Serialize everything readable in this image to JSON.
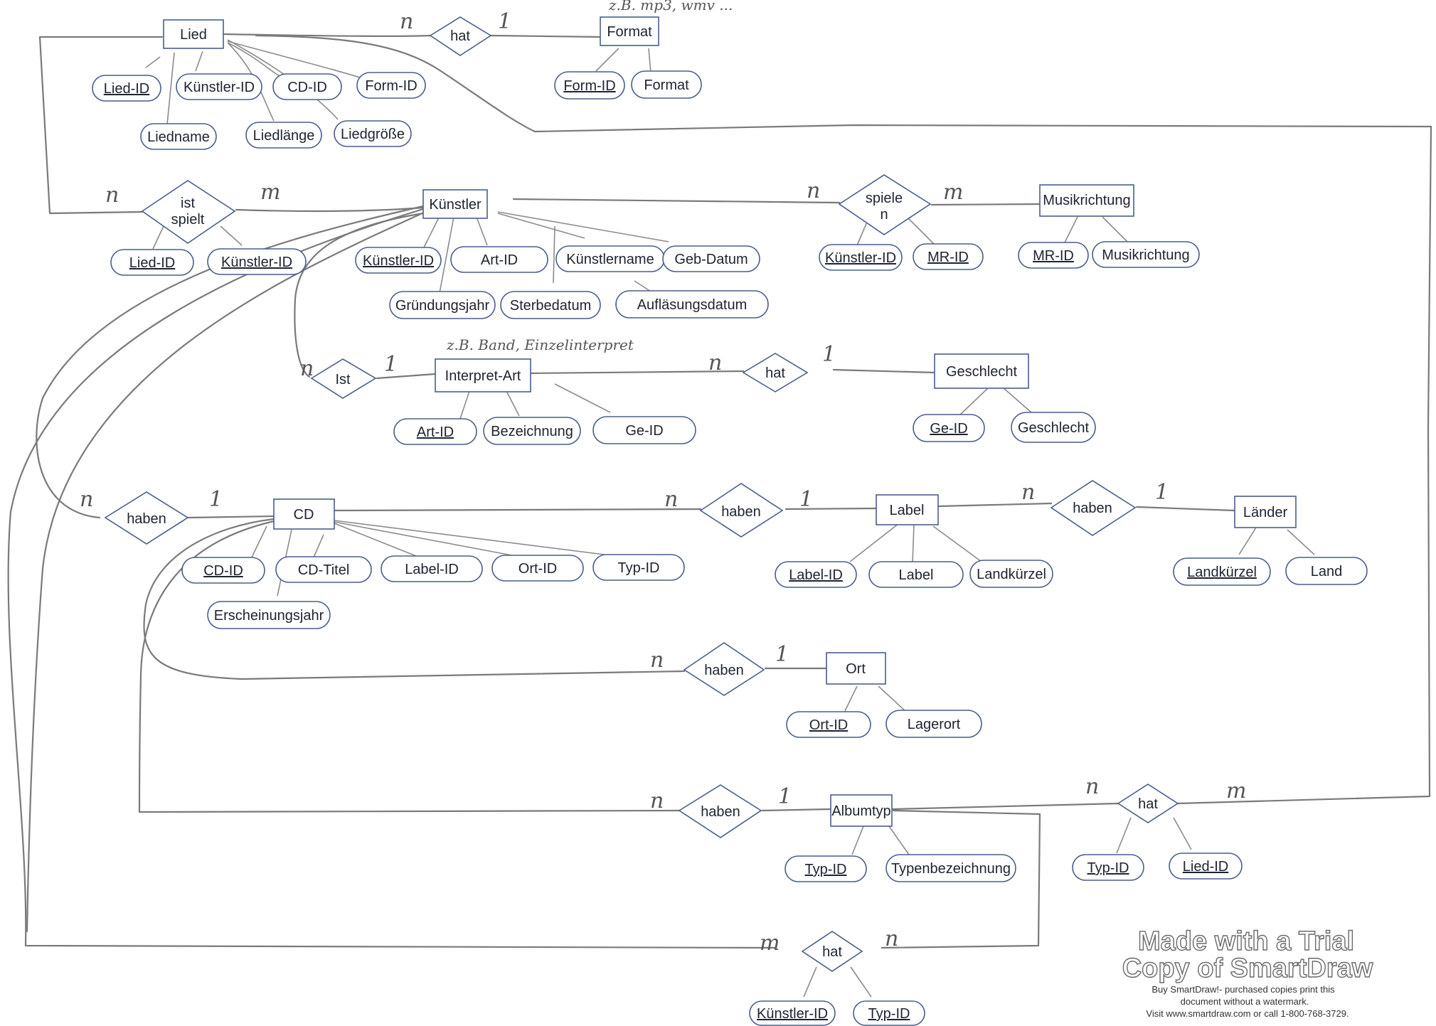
{
  "entities": {
    "lied": "Lied",
    "format": "Format",
    "kuenstler": "Künstler",
    "musikrichtung": "Musikrichtung",
    "interpret_art": "Interpret-Art",
    "geschlecht": "Geschlecht",
    "cd": "CD",
    "label": "Label",
    "laender": "Länder",
    "ort": "Ort",
    "albumtyp": "Albumtyp"
  },
  "relationships": {
    "lied_format": "hat",
    "ist_spielt_line1": "ist",
    "ist_spielt_line2": "spielt",
    "spiele_line1": "spiele",
    "spiele_line2": "n",
    "ist": "Ist",
    "interpret_geschlecht": "hat",
    "kuenstler_cd": "haben",
    "cd_label": "haben",
    "label_laender": "haben",
    "cd_ort": "haben",
    "cd_albumtyp": "haben",
    "albumtyp_lied": "hat",
    "kuenstler_typ": "hat"
  },
  "attributes": {
    "lied_id": "Lied-ID",
    "lied_kuenstler_id": "Künstler-ID",
    "lied_cd_id": "CD-ID",
    "lied_form_id": "Form-ID",
    "liedname": "Liedname",
    "liedlaenge": "Liedlänge",
    "liedgroesse": "Liedgröße",
    "format_form_id": "Form-ID",
    "format_format": "Format",
    "ist_spielt_lied_id": "Lied-ID",
    "ist_spielt_kuenstler_id": "Künstler-ID",
    "kuenstler_id": "Künstler-ID",
    "art_id": "Art-ID",
    "kuenstlername": "Künstlername",
    "geb_datum": "Geb-Datum",
    "gruendungsjahr": "Gründungsjahr",
    "sterbedatum": "Sterbedatum",
    "aufloesungsdatum": "Aufläsungsdatum",
    "spiele_kuenstler_id": "Künstler-ID",
    "spiele_mr_id": "MR-ID",
    "mr_id": "MR-ID",
    "musikrichtung": "Musikrichtung",
    "ia_art_id": "Art-ID",
    "bezeichnung": "Bezeichnung",
    "ia_ge_id": "Ge-ID",
    "ge_id": "Ge-ID",
    "geschlecht": "Geschlecht",
    "cd_id": "CD-ID",
    "cd_titel": "CD-Titel",
    "cd_label_id": "Label-ID",
    "cd_ort_id": "Ort-ID",
    "cd_typ_id": "Typ-ID",
    "erscheinungsjahr": "Erscheinungsjahr",
    "label_id": "Label-ID",
    "label": "Label",
    "label_landkuerzel": "Landkürzel",
    "landkuerzel": "Landkürzel",
    "land": "Land",
    "ort_id": "Ort-ID",
    "lagerort": "Lagerort",
    "typ_id": "Typ-ID",
    "typenbezeichnung": "Typenbezeichnung",
    "hat_typ_id": "Typ-ID",
    "hat_lied_id": "Lied-ID",
    "bottom_kuenstler_id": "Künstler-ID",
    "bottom_typ_id": "Typ-ID"
  },
  "cardinalities": {
    "lied_hat_n": "n",
    "format_hat_1": "1",
    "ist_spielt_n": "n",
    "ist_spielt_m": "m",
    "spiele_n": "n",
    "spiele_m": "m",
    "ist_n": "n",
    "ist_1": "1",
    "geschlecht_n": "n",
    "geschlecht_1": "1",
    "kuenstler_cd_n": "n",
    "kuenstler_cd_1": "1",
    "cd_label_n": "n",
    "cd_label_1": "1",
    "label_laender_n": "n",
    "label_laender_1": "1",
    "cd_ort_n": "n",
    "cd_ort_1": "1",
    "cd_albumtyp_n": "n",
    "cd_albumtyp_1": "1",
    "albumtyp_hat_n": "n",
    "albumtyp_hat_m": "m",
    "bottom_hat_m": "m",
    "bottom_hat_n": "n"
  },
  "notes": {
    "format_example": "z.B. mp3, wmv ...",
    "interpret_example": "z.B. Band, Einzelinterpret"
  },
  "watermark": {
    "line1": "Made with a Trial",
    "line2": "Copy of SmartDraw",
    "small1": "Buy SmartDraw!- purchased copies print this",
    "small2": "document without a watermark.",
    "small3": "Visit www.smartdraw.com or call 1-800-768-3729."
  },
  "colors": {
    "shape_stroke": "#4a5e8c",
    "wire": "#7a7a7a"
  }
}
